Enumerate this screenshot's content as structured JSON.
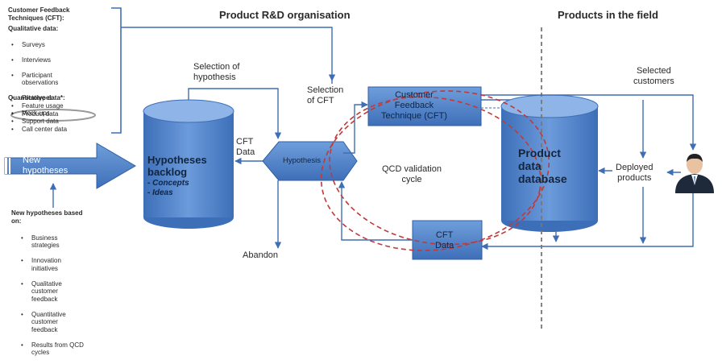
{
  "cft_panel": {
    "title": "Customer Feedback\nTechniques (CFT):",
    "qualitative_heading": "Qualitative data:",
    "qualitative_items": [
      "Surveys",
      "Interviews",
      "Participant\nobservations",
      "Prototypes",
      "Mock-ups"
    ],
    "quantitative_heading": "Quantitative data*:",
    "quantitative_items": [
      "Feature usage",
      "Product data",
      "Support data",
      "Call center data"
    ]
  },
  "sections": {
    "rnd": "Product R&D organisation",
    "field": "Products in the field"
  },
  "labels": {
    "new_hypotheses_arrow": "New\nhypotheses",
    "selection_of_hypothesis": "Selection of\nhypothesis",
    "selection_of_cft": "Selection\nof CFT",
    "cft_data_left": "CFT\nData",
    "abandon": "Abandon",
    "qcd_cycle": "QCD validation\ncycle",
    "selected_customers": "Selected\ncustomers",
    "deployed_products": "Deployed\nproducts"
  },
  "boxes": {
    "backlog_title": "Hypotheses\nbacklog",
    "backlog_items": [
      "- Concepts",
      "- Ideas"
    ],
    "hypothesis": "Hypothesis",
    "cft_box": "Customer\nFeedback\nTechnique (CFT)",
    "cft_data_box": "CFT\nData",
    "database": "Product\ndata\ndatabase"
  },
  "bases": {
    "heading": "New hypotheses based\non:",
    "items": [
      "Business\nstrategies",
      "Innovation\ninitiatives",
      "Qualitative\ncustomer\nfeedback",
      "Quantitative\ncustomer\nfeedback",
      "Results from QCD\ncycles"
    ]
  },
  "colors": {
    "blue_fill": "#4a7fc8",
    "blue_dark": "#2d5fa6",
    "line": "#3e6fb5",
    "red_dashed": "#c0393b",
    "divider": "#777777"
  },
  "icons": {
    "customer": "person-icon"
  }
}
